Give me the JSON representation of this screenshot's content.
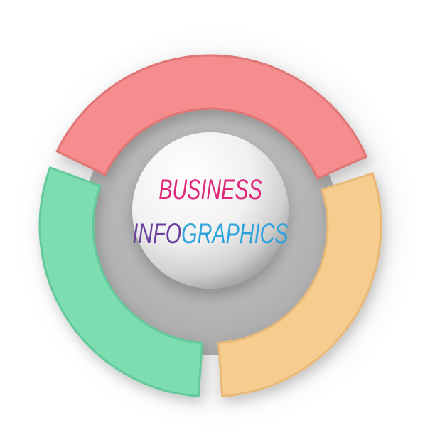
{
  "title": {
    "line1": "BUSINESS",
    "line2_part1": "INFO",
    "line2_part2": "GRAPHICS"
  },
  "colors": {
    "segment_top": "#F58C8E",
    "segment_top_edge": "#E07476",
    "segment_right": "#F7CD8F",
    "segment_right_edge": "#E8B877",
    "segment_left": "#7EDDB0",
    "segment_left_edge": "#62C99A",
    "ring": "#B9B9B9",
    "title_line1": "#E0277A",
    "title_info": "#6B3FA0",
    "title_graphics": "#2FA4DC"
  },
  "segments": [
    {
      "id": "top",
      "label": ""
    },
    {
      "id": "right",
      "label": ""
    },
    {
      "id": "left",
      "label": ""
    }
  ]
}
